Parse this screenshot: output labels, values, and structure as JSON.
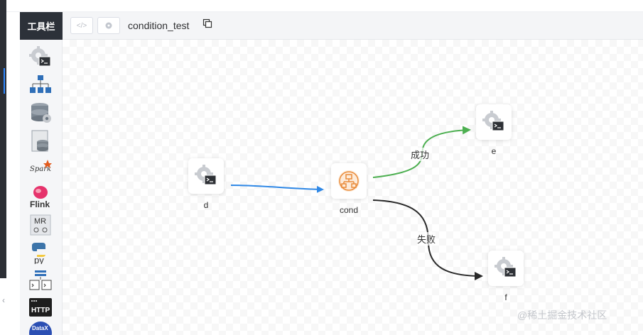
{
  "toolbox": {
    "title": "工具栏"
  },
  "header": {
    "flow_name": "condition_test"
  },
  "palette": {
    "items": [
      {
        "icon": "shell-icon"
      },
      {
        "icon": "sub-process-icon"
      },
      {
        "icon": "procedure-icon"
      },
      {
        "icon": "sql-icon"
      },
      {
        "icon": "spark-icon",
        "label": "Spark"
      },
      {
        "icon": "flink-icon",
        "label": "Flink"
      },
      {
        "icon": "mr-icon",
        "label": "MR"
      },
      {
        "icon": "python-icon",
        "label": "py"
      },
      {
        "icon": "dependent-icon"
      },
      {
        "icon": "http-icon",
        "label": "HTTP"
      },
      {
        "icon": "datax-icon",
        "label": "DataX"
      }
    ]
  },
  "nodes": [
    {
      "id": "d",
      "label": "d",
      "type": "SHELL"
    },
    {
      "id": "cond",
      "label": "cond",
      "type": "CONDITIONS"
    },
    {
      "id": "e",
      "label": "e",
      "type": "SHELL"
    },
    {
      "id": "f",
      "label": "f",
      "type": "SHELL"
    }
  ],
  "edges": [
    {
      "from": "d",
      "to": "cond",
      "label": "",
      "color": "#2f88e6"
    },
    {
      "from": "cond",
      "to": "e",
      "label": "成功",
      "color": "#4caf50"
    },
    {
      "from": "cond",
      "to": "f",
      "label": "失败",
      "color": "#2a2a2a"
    }
  ],
  "watermark": "@稀土掘金技术社区",
  "colors": {
    "sidebar_dark": "#2c3139",
    "success_edge": "#4caf50",
    "failure_edge": "#2a2a2a",
    "default_edge": "#2f88e6",
    "condition_icon": "#e98b3a"
  }
}
